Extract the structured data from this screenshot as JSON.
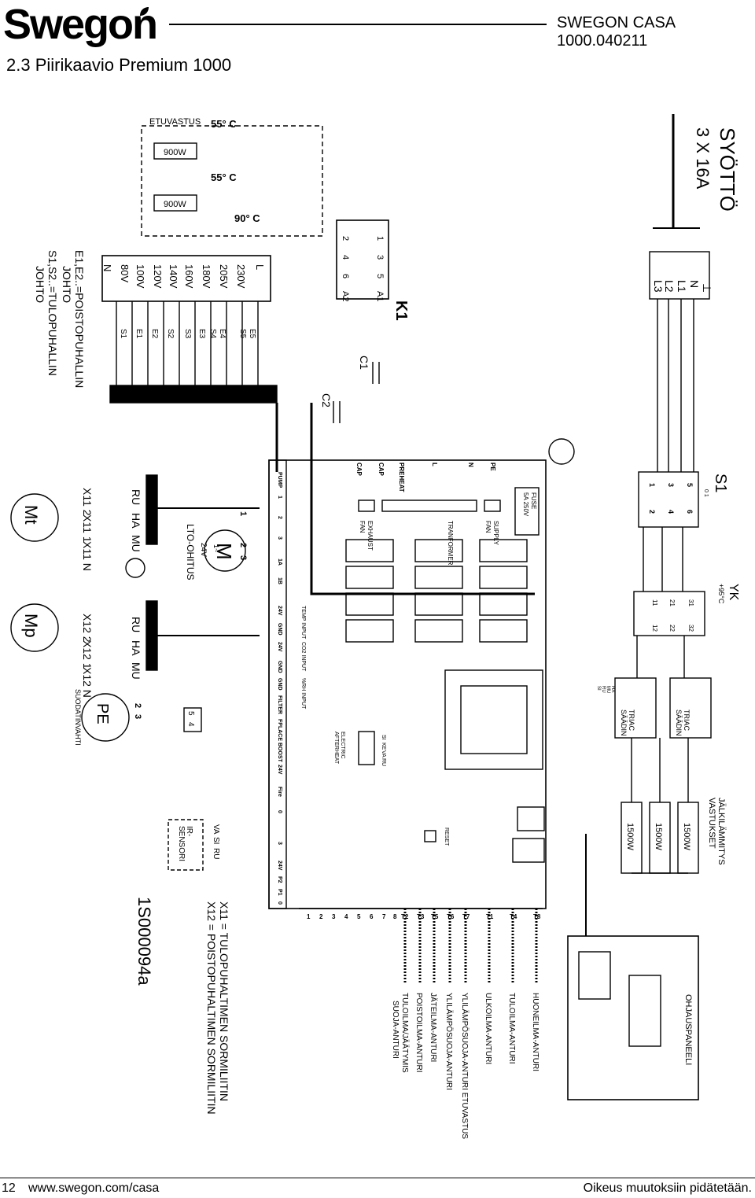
{
  "header": {
    "logo": "Swegon",
    "doc_code": "SWEGON CASA 1000.040211",
    "title": "2.3 Piirikaavio Premium 1000"
  },
  "footer": {
    "page_number": "12",
    "url": "www.swegon.com/casa",
    "note": "Oikeus muutoksiin pidätetään."
  },
  "diagram": {
    "supply_title": "SYÖTTÖ",
    "supply_rating": "3 X 16A",
    "supply_terminals": [
      "⊥",
      "N",
      "L1",
      "L2",
      "L3"
    ],
    "etuvastus_label": "ETUVASTUS",
    "heater_900w_1": "900W",
    "heater_900w_2": "900W",
    "thermostat_55_1": "55° C",
    "thermostat_55_2": "55° C",
    "thermostat_90": "90° C",
    "contactor_label": "K1",
    "contactor_pins_left": [
      "2",
      "4",
      "6",
      "A2"
    ],
    "contactor_pins_right": [
      "1",
      "3",
      "5",
      "A1"
    ],
    "cap_c1": "C1",
    "cap_c2": "C2",
    "transformer_taps": [
      "N",
      "80V",
      "100V",
      "120V",
      "140V",
      "160V",
      "180V",
      "205V",
      "230V",
      "L"
    ],
    "tap_wires": [
      "S1",
      "E1",
      "E2",
      "S2",
      "S3",
      "E3",
      "S4",
      "E4",
      "S5",
      "E5"
    ],
    "legend_e": "E1,E2..=POISTOPUHALLIN",
    "legend_e2": "JOHTO",
    "legend_s": "S1,S2..=TULOPUHALLIN",
    "legend_s2": "JOHTO",
    "board_top_labels": [
      "CAP",
      "CAP",
      "PREHEAT",
      "L",
      "N",
      "PE"
    ],
    "board_transformer": "TRANFORMER",
    "board_exhaust": "EXHAUST",
    "board_exhaust2": "FAN",
    "board_supply": "SUPPLY",
    "board_supply2": "FAN",
    "board_fuse": "FUSE",
    "board_fuse2": "5A 250V",
    "board_temp_input": "TEMP INPUT",
    "board_co2_input": "CO2 INPUT",
    "board_rh_input": "%RH INPUT",
    "board_afterheat": "ELECTRIC",
    "board_afterheat2": "AFTERHEAT",
    "board_afterheat_wires": [
      "SI",
      "KE",
      "VA",
      "RU"
    ],
    "board_reset": "RESET",
    "board_left_terminals": [
      "PUMP",
      "1",
      "2",
      "3",
      "1A",
      "1B",
      "24V",
      "GND",
      "24V",
      "GND",
      "GND",
      "FILTER",
      "FPLACE",
      "BOOST",
      "24V",
      "Fire",
      "0",
      "3",
      "24V",
      "P2",
      "P1",
      "0"
    ],
    "board_left_numbers": [
      "1",
      "2",
      "3",
      "1",
      "2",
      "3",
      "1",
      "2",
      "3"
    ],
    "board_bottom_terms": [
      "1",
      "2",
      "3",
      "4",
      "5",
      "6",
      "7",
      "8",
      "T2",
      "T3",
      "T5",
      "T6",
      "T7",
      "T1",
      "T4",
      "T8"
    ],
    "fan_mt_label": "Mt",
    "fan_mp_label": "Mp",
    "x11_labels": [
      "X11 2",
      "X11 1",
      "X11 N"
    ],
    "x12_labels": [
      "X12 2",
      "X12 1",
      "X12 N"
    ],
    "wire_colors_1": [
      "RU",
      "HA",
      "MU"
    ],
    "wire_colors_2": [
      "RU",
      "HA",
      "MU"
    ],
    "lto_motor": "M",
    "lto_motor_sub": "1~",
    "lto_motor_volt": "24V",
    "lto_label": "LTO-OHITUS",
    "lto_pins": [
      "1",
      "2",
      "3"
    ],
    "pe_label": "PE",
    "filter_label": "SUODATINVAHTI",
    "filter_pins": [
      "2",
      "3"
    ],
    "sw_pins": [
      "5",
      "4"
    ],
    "ir_sensor": "IR-",
    "ir_sensor2": "SENSORI",
    "ir_wires": [
      "VA",
      "SI",
      "RU"
    ],
    "drawing_number": "1S000094a",
    "note_x11": "X11 = TULOPUHALTIMEN SORMILIITIN",
    "note_x12": "X12 = POISTOPUHALTIMEN SORMILIITIN",
    "s1_label": "S1",
    "s1_top_pins": [
      "1",
      "3",
      "5"
    ],
    "s1_bottom_pins": [
      "2",
      "4",
      "6"
    ],
    "s1_pos": "0 1",
    "yk_label": "YK",
    "yk_temp": "+95°C",
    "yk_pins_top": [
      "11",
      "21",
      "31"
    ],
    "yk_pins_bot": [
      "12",
      "22",
      "32"
    ],
    "triac_1": "TRIAC",
    "triac_1b": "SÄÄDIN",
    "triac_2": "TRIAC",
    "triac_2b": "SÄÄDIN",
    "triac_wires": [
      "SI",
      "RU",
      "MU",
      "HA"
    ],
    "heater_1500_1": "1500W",
    "heater_1500_2": "1500W",
    "heater_1500_3": "1500W",
    "jalki_label": "JÄLKILÄMMITYS",
    "jalki_label2": "VASTUKSET",
    "ohjauspaneeli": "OHJAUSPANEELI",
    "sensors": [
      "HUONEILMA-ANTURI",
      "TULOILMA-ANTURI",
      "ULKOILMA-ANTURI",
      "YLILÄMPÖSUOJA-ANTURI ETUVASTUS",
      "YLILÄMPÖSUOJA-ANTURI",
      "JÄTEILMA-ANTURI",
      "POISTOILMA-ANTURI",
      "TULOILMA/JÄÄTYMIS",
      "SUOJA-ANTURI"
    ]
  }
}
